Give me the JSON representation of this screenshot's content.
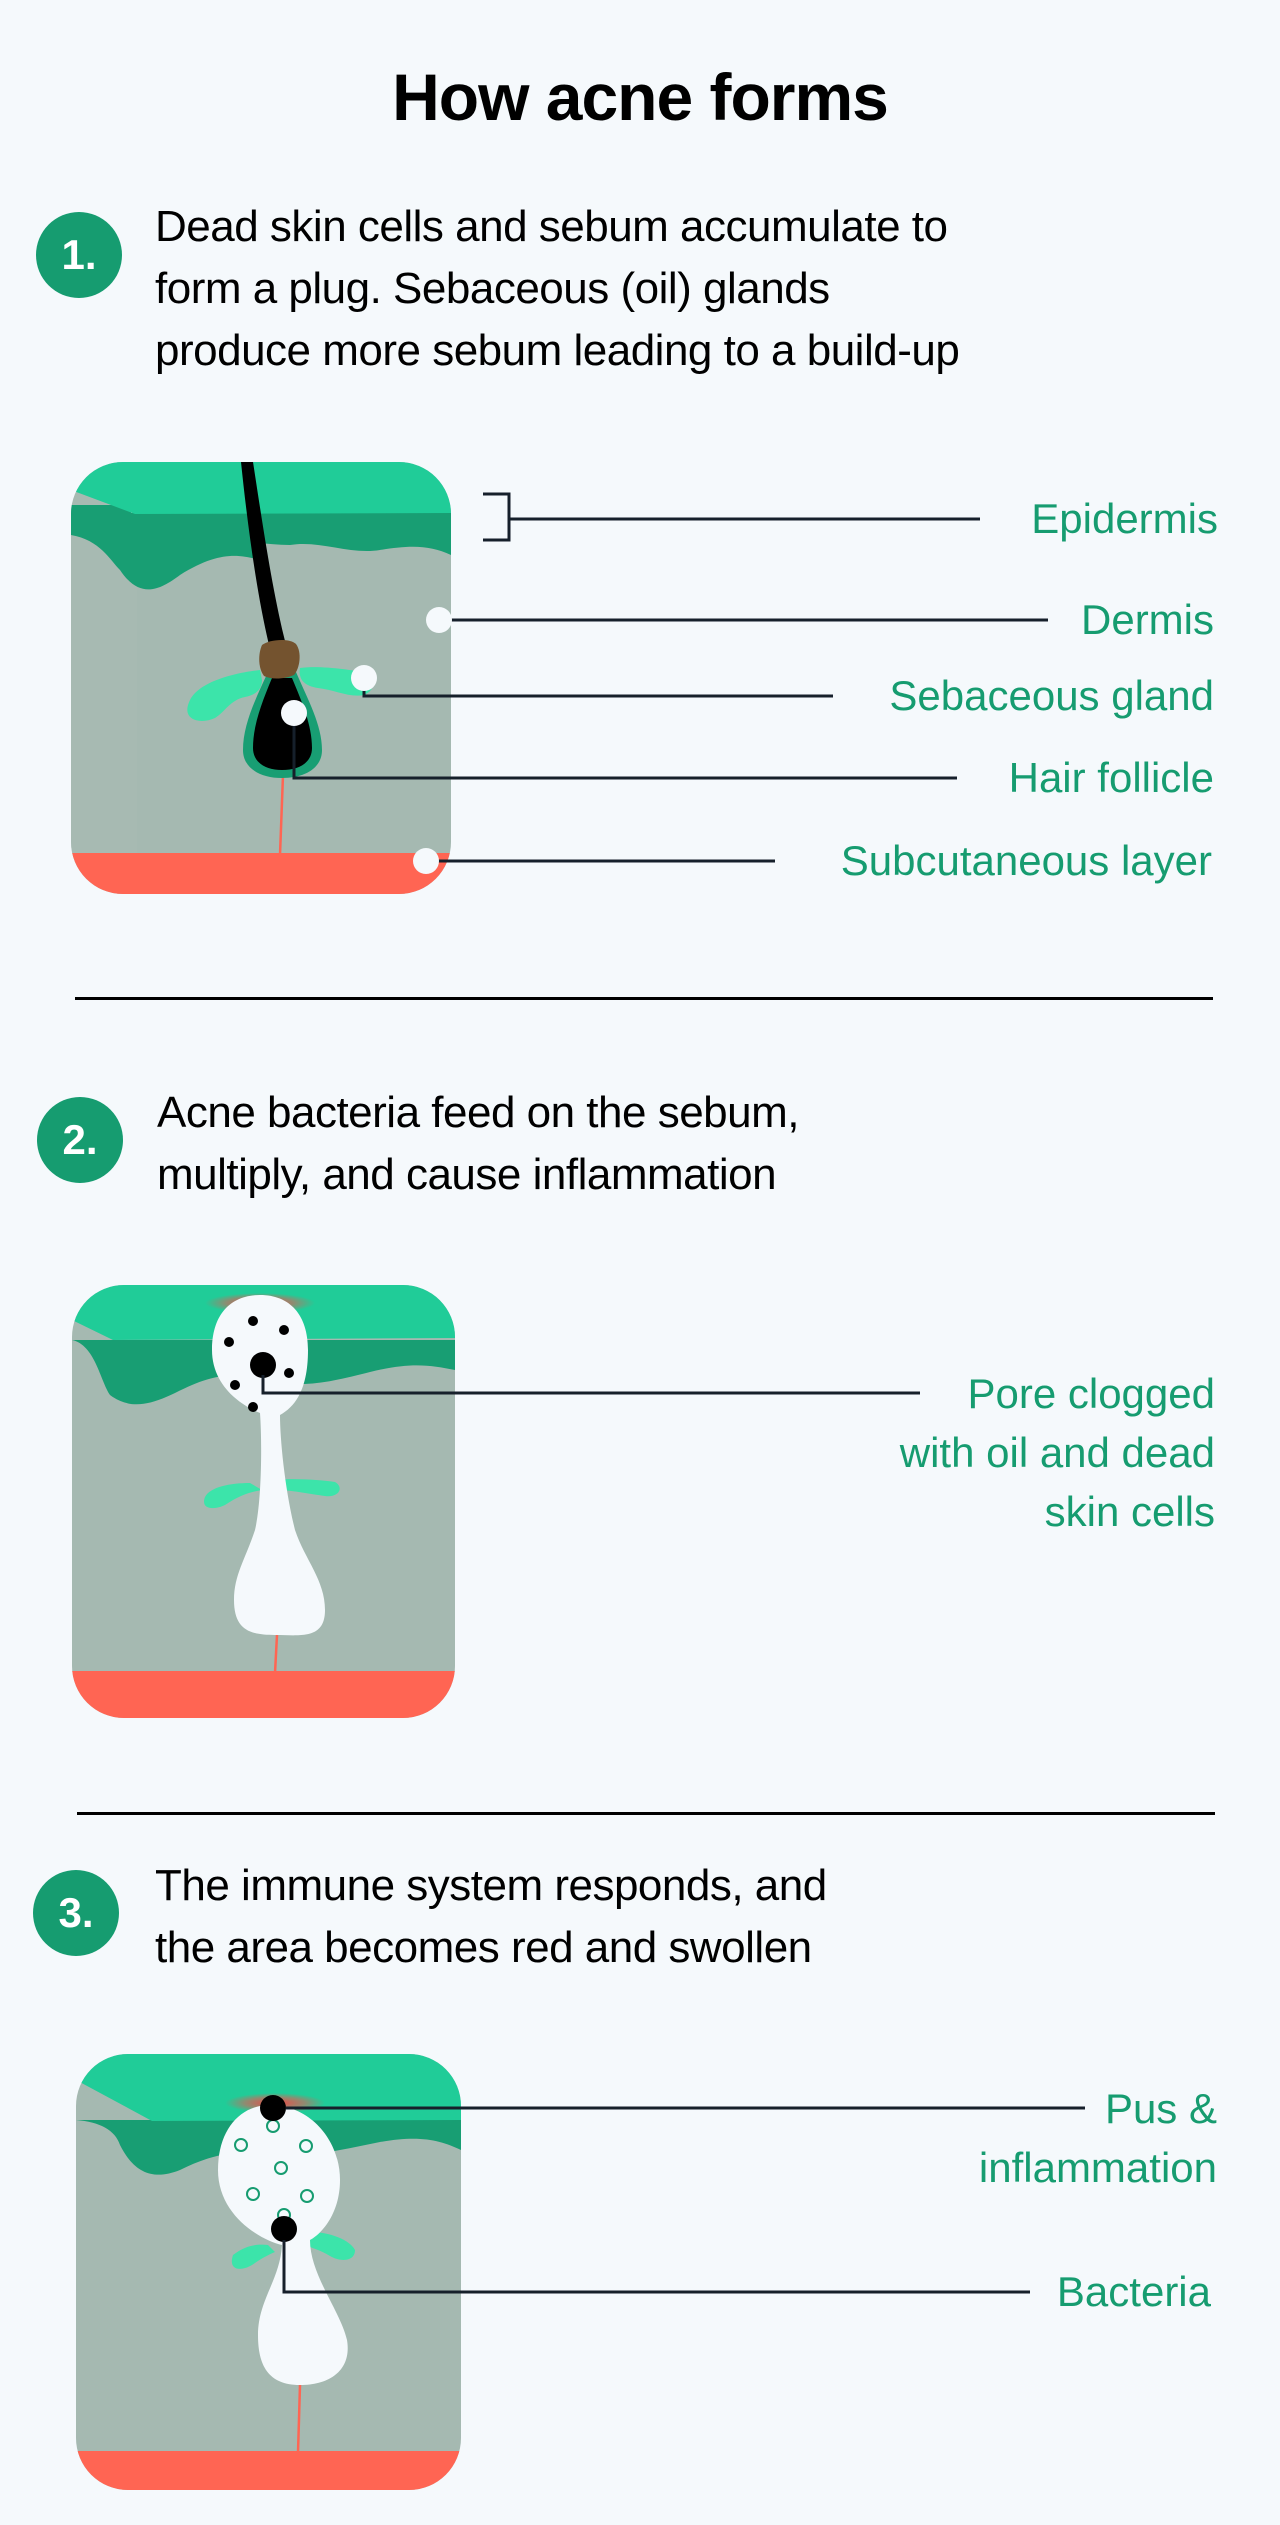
{
  "title": "How acne forms",
  "colors": {
    "background": "#f5f9fc",
    "accent_green": "#169c70",
    "epidermis_light": "#20cc98",
    "epidermis_dark": "#189e73",
    "dermis": "#a5b9b1",
    "subcutaneous": "#ff6553",
    "sebaceous": "#3ce4aa",
    "hair_root": "#74532f",
    "pore": "#f5f9fc",
    "leader_line": "#16202b"
  },
  "steps": [
    {
      "number": "1.",
      "lines": [
        "Dead skin cells and sebum accumulate to",
        "form a plug. Sebaceous (oil) glands",
        "produce more sebum leading to a build-up"
      ],
      "labels": [
        {
          "text": "Epidermis"
        },
        {
          "text": "Dermis"
        },
        {
          "text": "Sebaceous gland"
        },
        {
          "text": "Hair follicle"
        },
        {
          "text": "Subcutaneous  layer"
        }
      ]
    },
    {
      "number": "2.",
      "lines": [
        "Acne bacteria feed on the sebum,",
        "multiply, and cause inflammation"
      ],
      "labels": [
        {
          "lines": [
            "Pore clogged",
            "with oil and dead",
            "skin cells"
          ]
        }
      ]
    },
    {
      "number": "3.",
      "lines": [
        "The immune system responds, and",
        "the area becomes red and swollen"
      ],
      "labels": [
        {
          "lines": [
            "Pus &",
            "inflammation"
          ]
        },
        {
          "text": "Bacteria"
        }
      ]
    }
  ]
}
